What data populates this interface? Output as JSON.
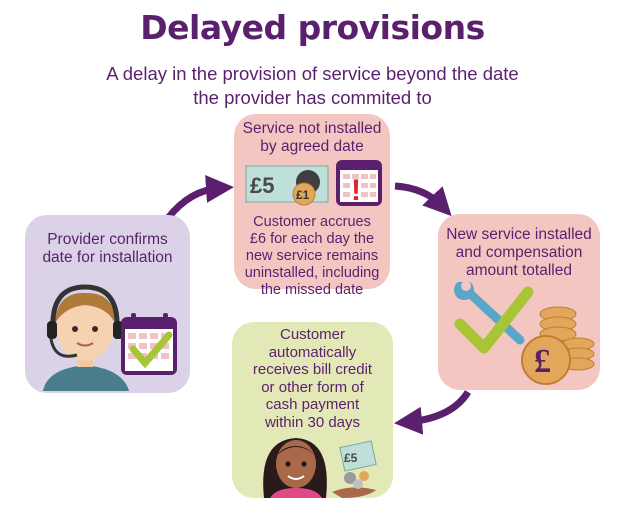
{
  "title": "Delayed provisions",
  "subtitle_line1": "A delay in the provision of service beyond the date",
  "subtitle_line2": "the provider has commited to",
  "provider_box": {
    "line1": "Provider confirms",
    "line2": "date for installation"
  },
  "service_box": {
    "heading_line1": "Service not installed",
    "heading_line2": "by agreed date",
    "banknote_text": "£5",
    "coin_text": "£1",
    "alert_mark": "!",
    "body_lines": [
      "Customer accrues",
      "£6 for each day the",
      "new service remains",
      "uninstalled, including",
      "the missed date"
    ]
  },
  "new_box": {
    "lines": [
      "New service installed",
      "and compensation",
      "amount totalled"
    ],
    "coin_symbol": "£"
  },
  "customer_box": {
    "lines": [
      "Customer",
      "automatically",
      "receives bill credit",
      "or other form of",
      "cash payment",
      "within 30 days"
    ],
    "note_text": "£5"
  },
  "colors": {
    "purple": "#5a1f6d",
    "lavender": "#dbd2e8",
    "pink": "#f4c6c2",
    "lime": "#e3e8b7",
    "check_green": "#a7c535",
    "wrench_blue": "#5aa6c9",
    "gold": "#e3a75b"
  }
}
